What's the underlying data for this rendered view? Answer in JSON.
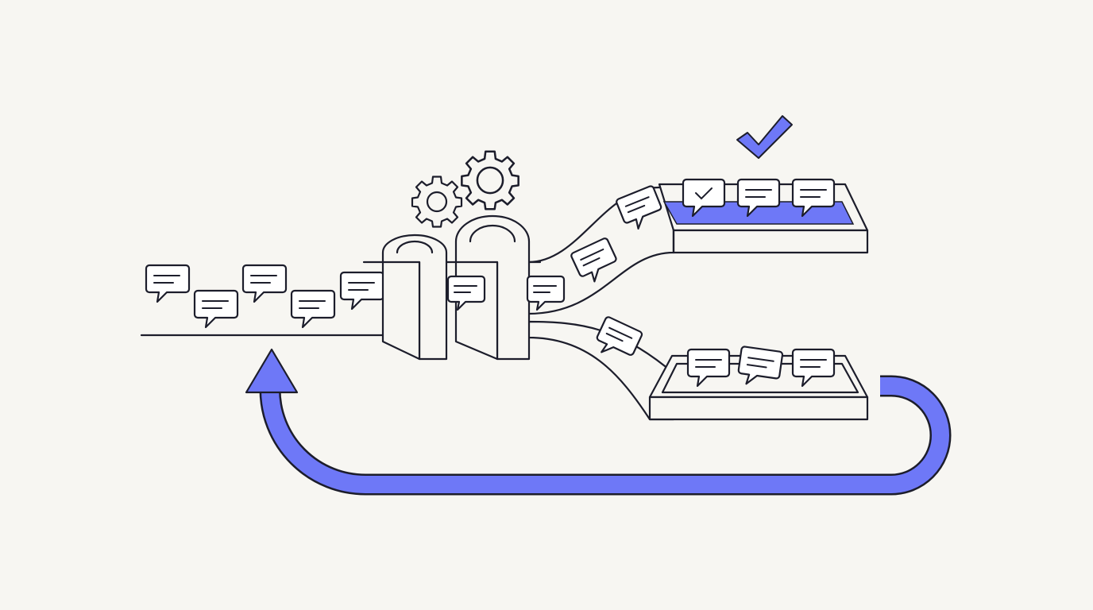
{
  "colors": {
    "background": "#f7f6f2",
    "ink": "#1c1d2b",
    "accent": "#6e78f7"
  },
  "icons": {
    "incoming_messages": "chat-bubble-icon",
    "processing": "gear-icon",
    "approved": "checkmark-icon",
    "feedback_loop": "return-arrow-icon"
  },
  "incoming_count": 5,
  "accepted_tray_count": 3,
  "rejected_tray_count": 3
}
